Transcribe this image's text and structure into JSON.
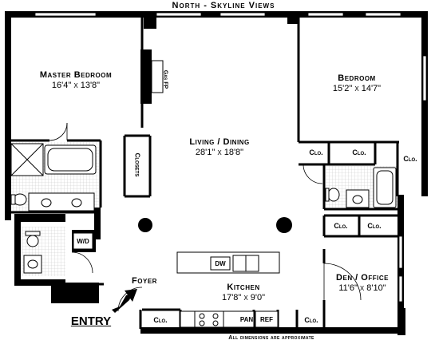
{
  "header": {
    "title": "North - Skyline Views"
  },
  "rooms": {
    "master_bedroom": {
      "name": "Master Bedroom",
      "dim": "16'4\" x 13'8\""
    },
    "bedroom": {
      "name": "Bedroom",
      "dim": "15'2\" x 14'7\""
    },
    "living_dining": {
      "name": "Living / Dining",
      "dim": "28'1\" x 18'8\""
    },
    "kitchen": {
      "name": "Kitchen",
      "dim": "17'8\" x 9'0\""
    },
    "den_office": {
      "name": "Den / Office",
      "dim": "11'6\" x 8'10\""
    },
    "foyer": {
      "name": "Foyer"
    }
  },
  "fixtures": {
    "gas_fp": "Gas FP",
    "closets": "Closets",
    "wd": "W/D",
    "dw": "DW",
    "pan": "PAN",
    "ref": "REF",
    "clo": "Clo."
  },
  "entry": "ENTRY",
  "footer": {
    "note": "All dimensions are approximate"
  },
  "colors": {
    "wall": "#000000",
    "floor": "#ffffff",
    "tile": "#cccccc"
  }
}
